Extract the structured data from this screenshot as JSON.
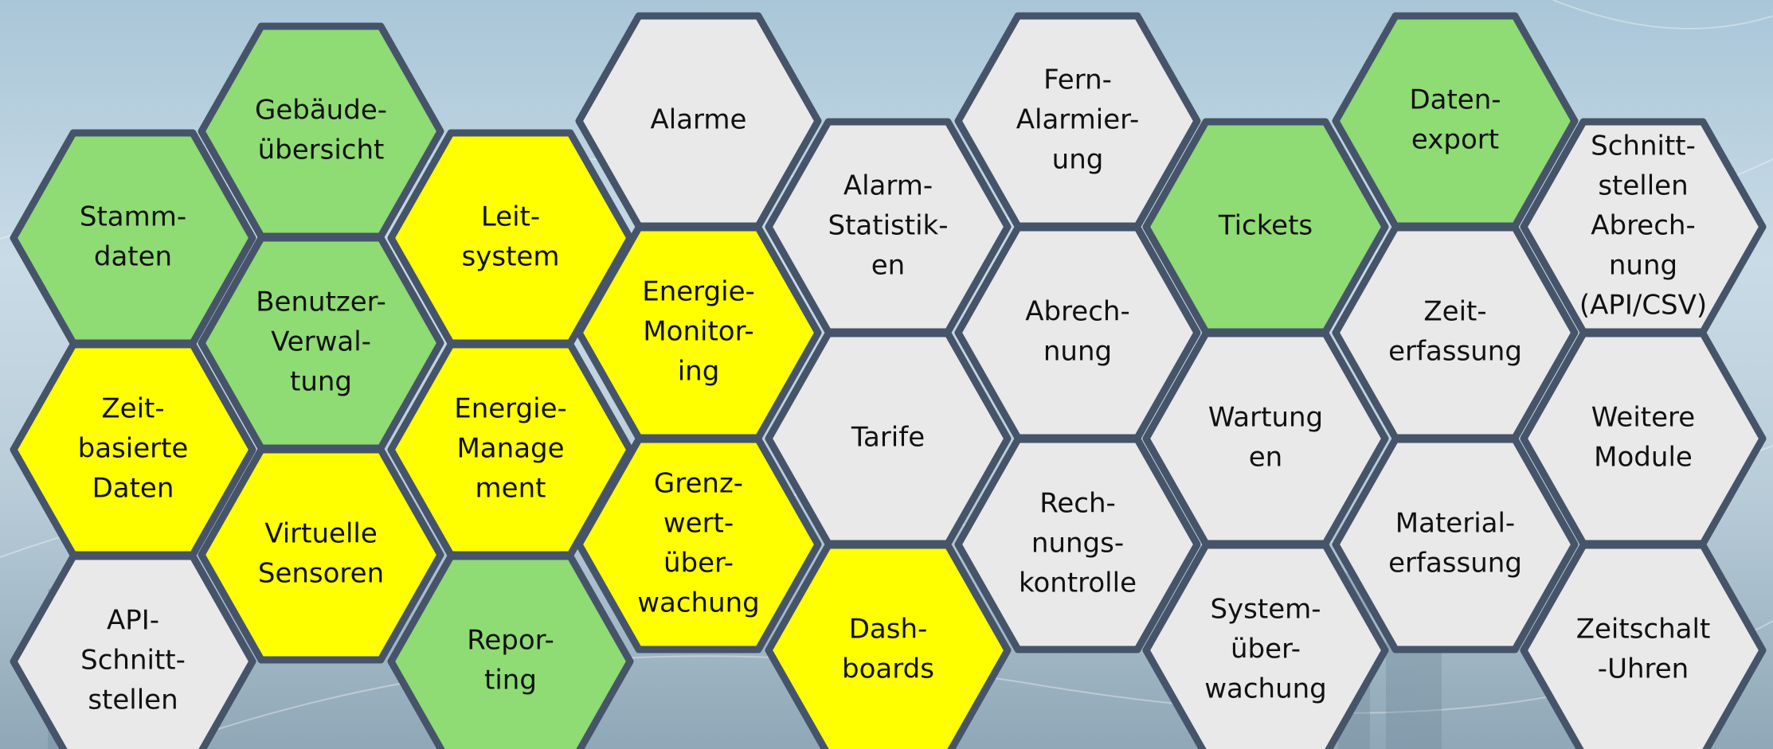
{
  "colors": {
    "green": "#8fdb74",
    "yellow": "#ffff00",
    "gray": "#e9e9e9",
    "border": "#46546a"
  },
  "hexagons": [
    {
      "id": "stammdaten",
      "lines": [
        "Stamm-",
        "daten"
      ],
      "color": "green"
    },
    {
      "id": "zeitbasierte-daten",
      "lines": [
        "Zeit-",
        "basierte",
        "Daten"
      ],
      "color": "yellow"
    },
    {
      "id": "api-schnittstellen",
      "lines": [
        "API-",
        "Schnitt-",
        "stellen"
      ],
      "color": "gray"
    },
    {
      "id": "gebaeudeuebersicht",
      "lines": [
        "Gebäude-",
        "übersicht"
      ],
      "color": "green"
    },
    {
      "id": "benutzer-verwaltung",
      "lines": [
        "Benutzer-",
        "Verwal-",
        "tung"
      ],
      "color": "green"
    },
    {
      "id": "virtuelle-sensoren",
      "lines": [
        "Virtuelle",
        "Sensoren"
      ],
      "color": "yellow"
    },
    {
      "id": "leitsystem",
      "lines": [
        "Leit-",
        "system"
      ],
      "color": "yellow"
    },
    {
      "id": "energie-management",
      "lines": [
        "Energie-",
        "Manage",
        "ment"
      ],
      "color": "yellow"
    },
    {
      "id": "reporting",
      "lines": [
        "Repor-",
        "ting"
      ],
      "color": "green"
    },
    {
      "id": "alarme",
      "lines": [
        "Alarme"
      ],
      "color": "gray"
    },
    {
      "id": "energie-monitoring",
      "lines": [
        "Energie-",
        "Monitor-",
        "ing"
      ],
      "color": "yellow"
    },
    {
      "id": "grenzwertueberwachung",
      "lines": [
        "Grenz-",
        "wert-",
        "über-",
        "wachung"
      ],
      "color": "yellow"
    },
    {
      "id": "alarm-statistiken",
      "lines": [
        "Alarm-",
        "Statistik-",
        "en"
      ],
      "color": "gray"
    },
    {
      "id": "tarife",
      "lines": [
        "Tarife"
      ],
      "color": "gray"
    },
    {
      "id": "dashboards",
      "lines": [
        "Dash-",
        "boards"
      ],
      "color": "yellow"
    },
    {
      "id": "fern-alarmierung",
      "lines": [
        "Fern-",
        "Alarmier-",
        "ung"
      ],
      "color": "gray"
    },
    {
      "id": "abrechnung",
      "lines": [
        "Abrech-",
        "nung"
      ],
      "color": "gray"
    },
    {
      "id": "rechnungskontrolle",
      "lines": [
        "Rech-",
        "nungs-",
        "kontrolle"
      ],
      "color": "gray"
    },
    {
      "id": "tickets",
      "lines": [
        "Tickets"
      ],
      "color": "green"
    },
    {
      "id": "wartungen",
      "lines": [
        "Wartung",
        "en"
      ],
      "color": "gray"
    },
    {
      "id": "systemueberwachung",
      "lines": [
        "System-",
        "über-",
        "wachung"
      ],
      "color": "gray"
    },
    {
      "id": "datenexport",
      "lines": [
        "Daten-",
        "export"
      ],
      "color": "green"
    },
    {
      "id": "zeiterfassung",
      "lines": [
        "Zeit-",
        "erfassung"
      ],
      "color": "gray"
    },
    {
      "id": "materialerfassung",
      "lines": [
        "Material-",
        "erfassung"
      ],
      "color": "gray"
    },
    {
      "id": "schnittstellen-abrechnung",
      "lines": [
        "Schnitt-",
        "stellen",
        "Abrech-",
        "nung",
        "(API/CSV)"
      ],
      "color": "gray"
    },
    {
      "id": "weitere-module",
      "lines": [
        "Weitere",
        "Module"
      ],
      "color": "gray"
    },
    {
      "id": "zeitschaltuhren",
      "lines": [
        "Zeitschalt",
        "-Uhren"
      ],
      "color": "gray"
    }
  ]
}
